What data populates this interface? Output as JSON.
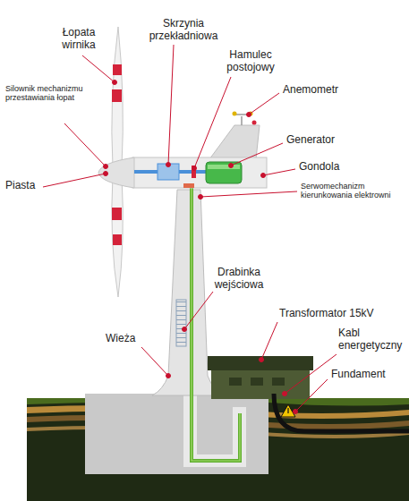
{
  "diagram": {
    "labels": [
      "Łopata wirnika",
      "Skrzynia przekładniowa",
      "Hamulec postojowy",
      "Anemometr",
      "Silownik mechanizmu przestawiania łopat",
      "Generator",
      "Gondola",
      "Serwomechanizm kierunkowania elektrowni",
      "Piasta",
      "Drabinka wejściowa",
      "Transformator 15kV",
      "Wieża",
      "Kabl energetyczny",
      "Fundament"
    ]
  }
}
